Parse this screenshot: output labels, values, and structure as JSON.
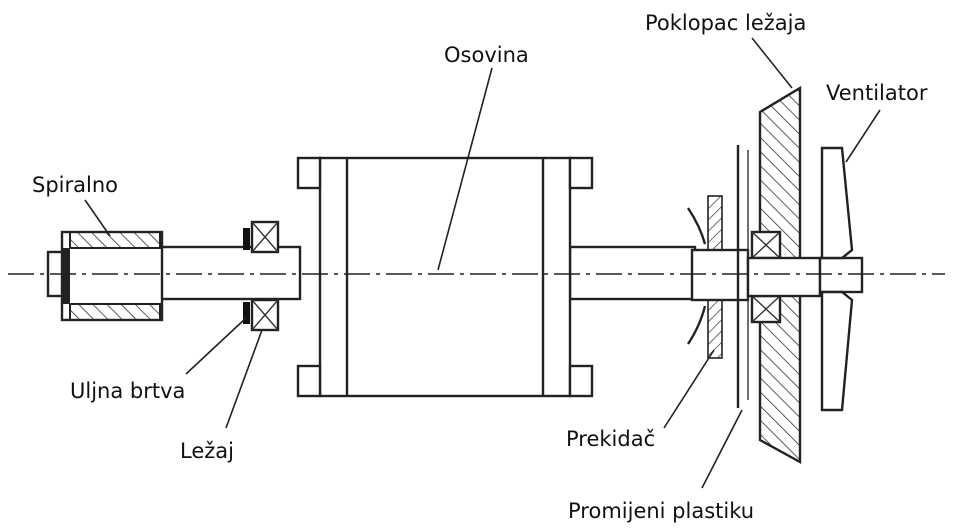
{
  "labels": {
    "osovina": "Osovina",
    "poklopac": "Poklopac ležaja",
    "ventilator": "Ventilator",
    "spiralno": "Spiralno",
    "uljna_brtva": "Uljna brtva",
    "lezaj": "Ležaj",
    "prekidac": "Prekidač",
    "promijeni": "Promijeni plastiku"
  }
}
